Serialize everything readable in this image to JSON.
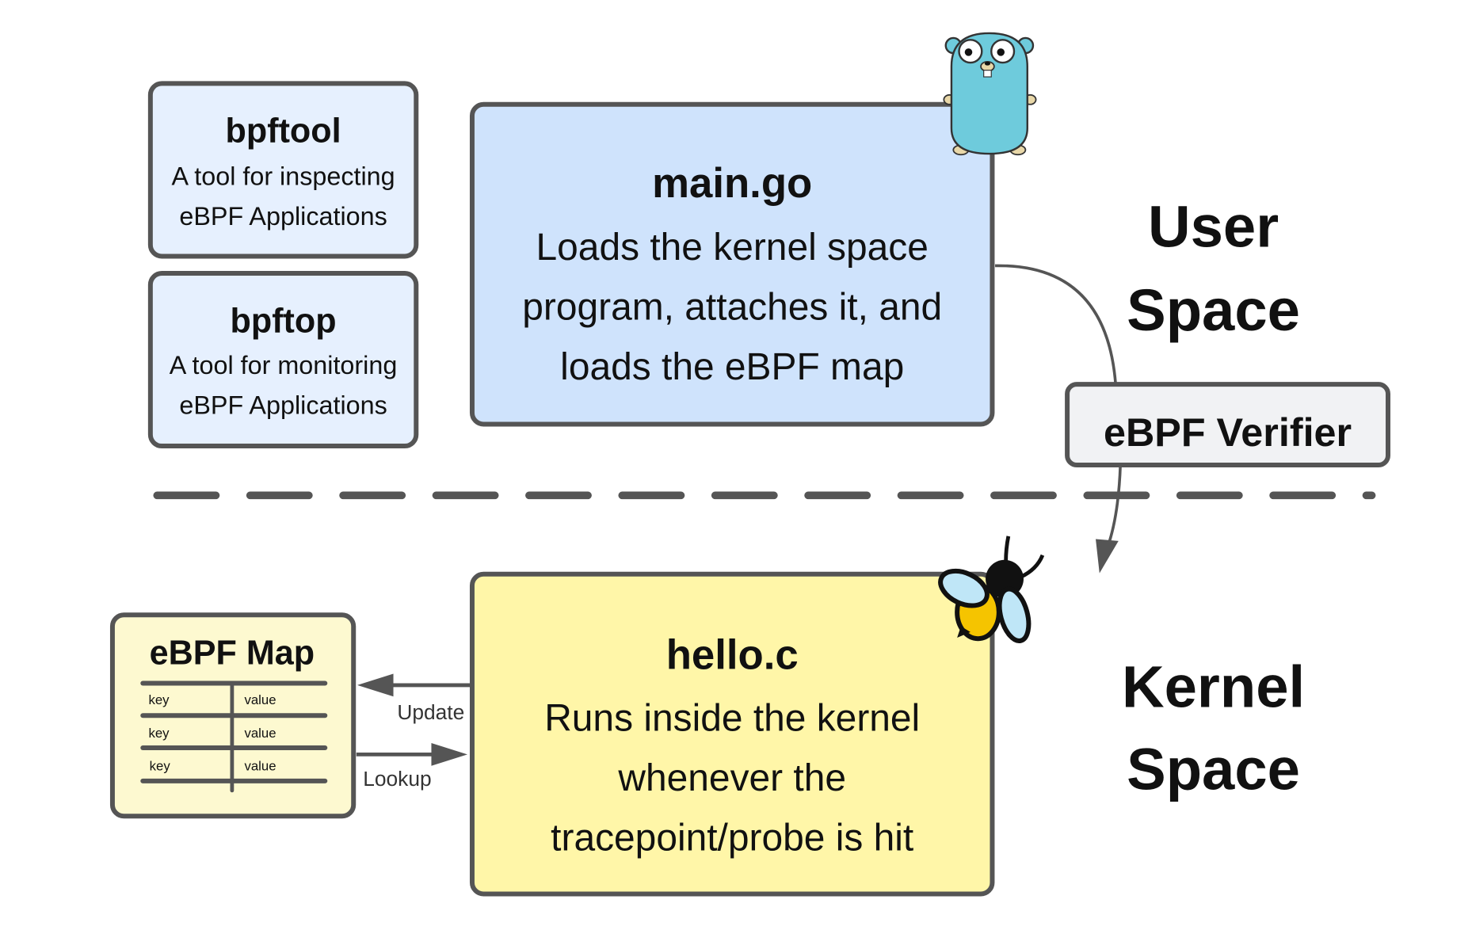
{
  "tools": [
    {
      "name": "bpftool",
      "desc_lines": [
        "A tool for inspecting",
        "eBPF Applications"
      ]
    },
    {
      "name": "bpftop",
      "desc_lines": [
        "A tool for monitoring",
        "eBPF Applications"
      ]
    }
  ],
  "user_program": {
    "name": "main.go",
    "desc_lines": [
      "Loads the kernel space",
      "program, attaches it, and",
      "loads the eBPF map"
    ]
  },
  "kernel_program": {
    "name": "hello.c",
    "desc_lines": [
      "Runs inside the kernel",
      "whenever the",
      "tracepoint/probe is hit"
    ]
  },
  "verifier": {
    "label": "eBPF Verifier"
  },
  "user_space": {
    "lines": [
      "User",
      "Space"
    ]
  },
  "kernel_space": {
    "lines": [
      "Kernel",
      "Space"
    ]
  },
  "map": {
    "title": "eBPF Map",
    "rows": [
      {
        "key": "key",
        "value": "value"
      },
      {
        "key": "key",
        "value": "value"
      },
      {
        "key": "key",
        "value": "value"
      }
    ]
  },
  "arrows": {
    "update": "Update",
    "lookup": "Lookup"
  },
  "colors": {
    "tool_fill": "#e6f0fe",
    "user_fill": "#cfe3fc",
    "kernel_fill": "#fff6a8",
    "map_fill": "#fdf9d0",
    "verifier_fill": "#f1f2f4",
    "stroke": "#555555"
  }
}
